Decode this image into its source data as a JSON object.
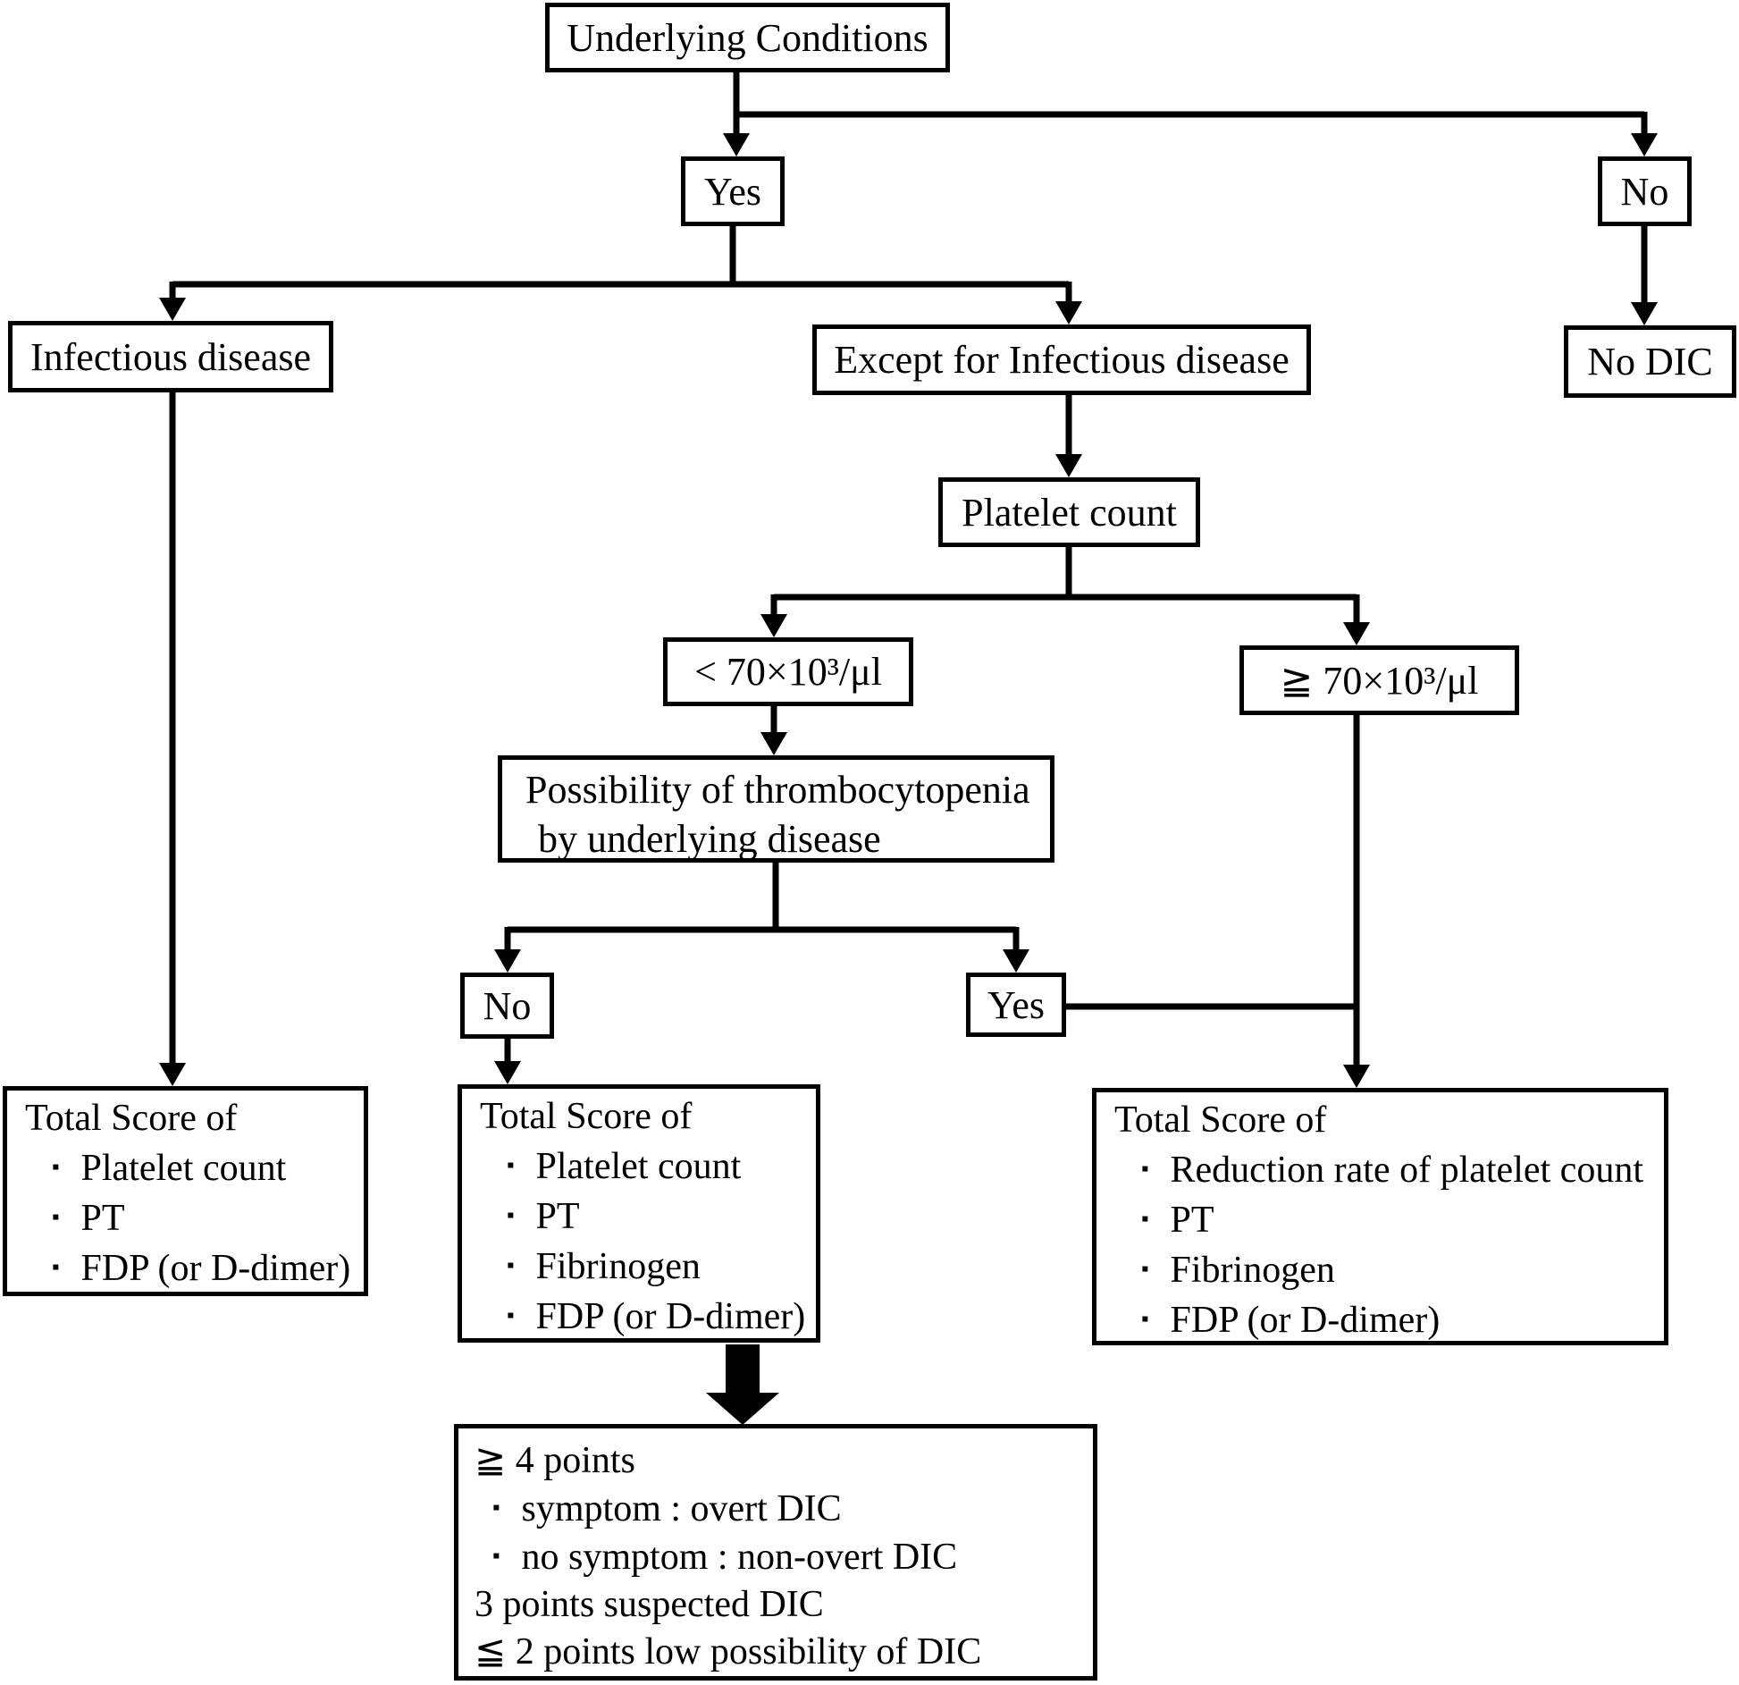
{
  "glyphs": {
    "bullet": "▪"
  },
  "colors": {
    "line": "#000000",
    "background": "#ffffff",
    "text": "#000000"
  },
  "boxes": {
    "underlying": "Underlying Conditions",
    "yes1": "Yes",
    "no1": "No",
    "no_dic": "No DIC",
    "infectious": "Infectious disease",
    "except_infectious": "Except for Infectious disease",
    "platelet_count": "Platelet count",
    "lt70": "< 70×10³/μl",
    "ge70": "≧ 70×10³/μl",
    "possibility": {
      "line1": "Possibility of thrombocytopenia",
      "line2": "by underlying disease"
    },
    "no2": "No",
    "yes2": "Yes",
    "score_infectious": {
      "title": "Total Score of",
      "items": [
        "Platelet count",
        "PT",
        "FDP (or D-dimer)"
      ]
    },
    "score_no": {
      "title": "Total Score of",
      "items": [
        "Platelet count",
        "PT",
        "Fibrinogen",
        "FDP (or D-dimer)"
      ]
    },
    "score_reduction": {
      "title": "Total Score of",
      "items": [
        "Reduction rate of platelet count",
        "PT",
        "Fibrinogen",
        "FDP (or D-dimer)"
      ]
    },
    "result": {
      "intro": "≧ 4 points",
      "bullets": [
        "symptom : overt DIC",
        "no symptom : non-overt DIC"
      ],
      "line3": "3 points suspected DIC",
      "line4": "≦ 2 points low possibility of DIC"
    }
  }
}
